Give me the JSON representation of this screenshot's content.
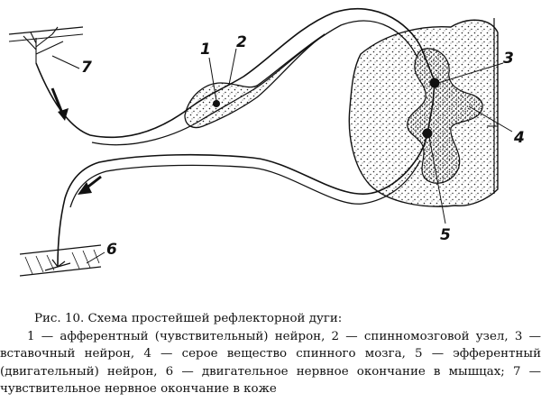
{
  "figure": {
    "labels": {
      "l1": "1",
      "l2": "2",
      "l3": "3",
      "l4": "4",
      "l5": "5",
      "l6": "6",
      "l7": "7"
    }
  },
  "caption": {
    "title": "Рис. 10. Схема простейшей рефлекторной дуги:",
    "legend": "1 — афферентный (чувствительный) нейрон, 2 — спинномозговой узел, 3 — вставочный нейрон, 4 — серое вещество спинного мозга, 5 — эфферентный (двигательный) нейрон, 6 — двигательное нервное окончание в мышцах; 7 — чувствительное нервное окончание в коже"
  }
}
